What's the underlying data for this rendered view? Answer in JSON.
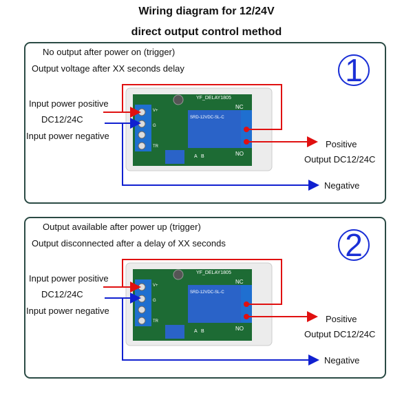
{
  "title_line1": "Wiring diagram for 12/24V",
  "title_line2": "direct output control method",
  "colors": {
    "positive_wire": "#e01010",
    "negative_wire": "#1020d0",
    "pcb": "#1d6b34",
    "terminal": "#1f6fd0",
    "panel_border": "#2a4a44"
  },
  "panels": [
    {
      "number": "1",
      "line1": "No output after power on (trigger)",
      "line2": "Output voltage after XX seconds delay",
      "input_positive": "Input power positive",
      "input_voltage": "DC12/24C",
      "input_negative": "Input power negative",
      "output_positive": "Positive",
      "output_voltage": "Output DC12/24C",
      "output_negative": "Negative"
    },
    {
      "number": "2",
      "line1": "Output available after power up (trigger)",
      "line2": "Output disconnected after a delay of XX seconds",
      "input_positive": "Input power positive",
      "input_voltage": "DC12/24C",
      "input_negative": "Input power negative",
      "output_positive": "Positive",
      "output_voltage": "Output DC12/24C",
      "output_negative": "Negative"
    }
  ],
  "board": {
    "model": "YF_DELAY1805",
    "relay": "SRD-12VDC-SL-C",
    "nc": "NC",
    "no": "NO",
    "vplus": "V+",
    "g": "G",
    "tr": "TR",
    "a": "A",
    "b": "B"
  }
}
